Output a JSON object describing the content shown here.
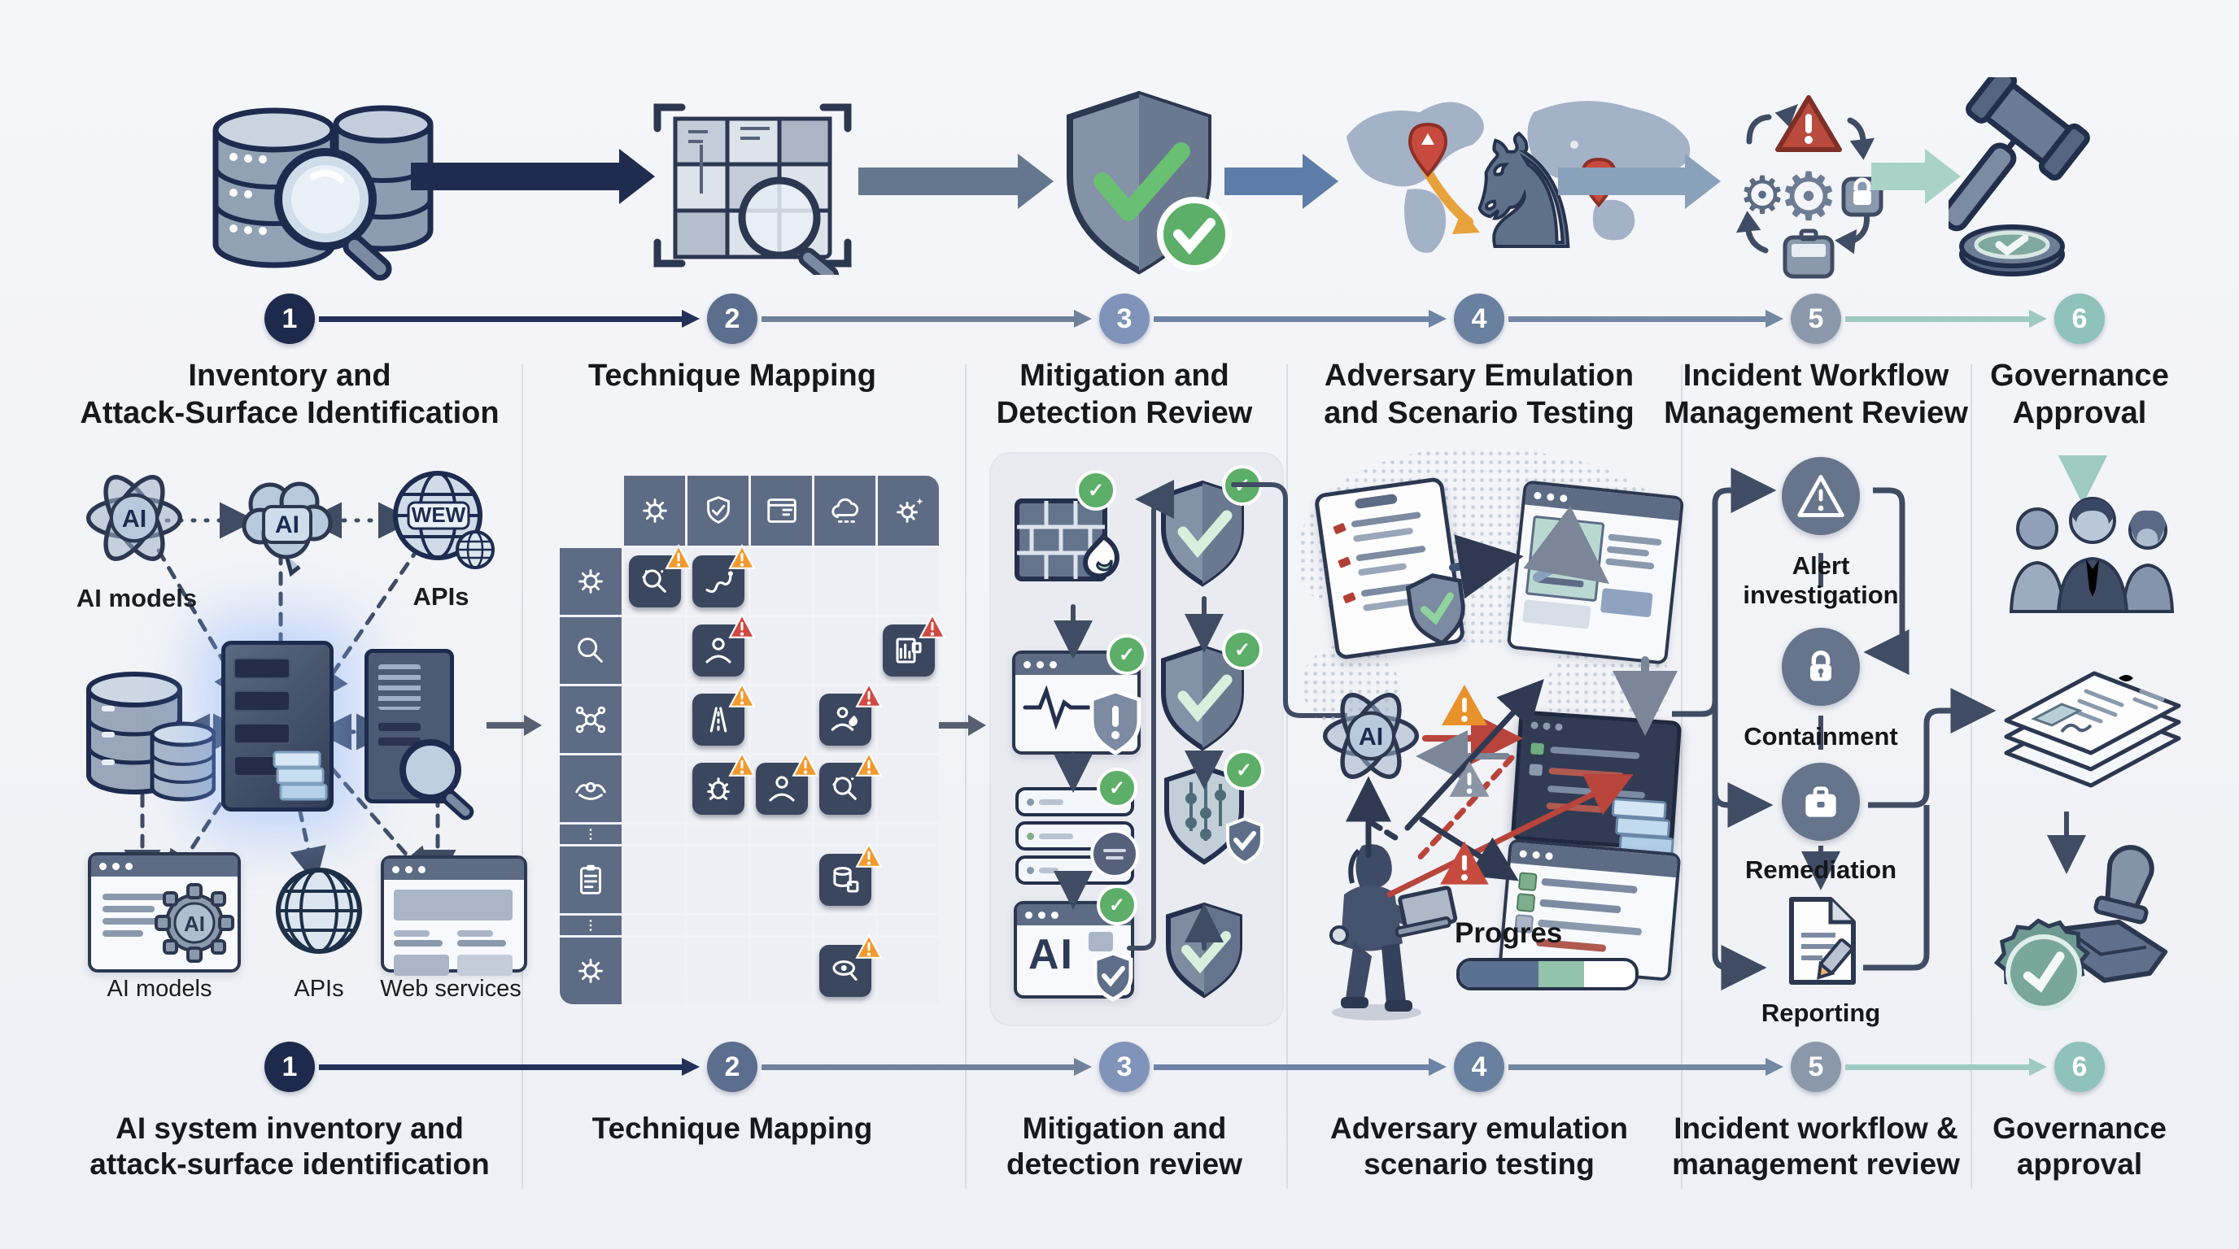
{
  "steps_top": [
    {
      "num": "1",
      "lines": "Inventory and\nAttack-Surface Identification",
      "color": "#1e2a4c",
      "arrow_color": "#23305a"
    },
    {
      "num": "2",
      "lines": "Technique Mapping",
      "color": "#5c6e8e",
      "arrow_color": "#70829b"
    },
    {
      "num": "3",
      "lines": "Mitigation and\nDetection Review",
      "color": "#8094ba",
      "arrow_color": "#6e84a6"
    },
    {
      "num": "4",
      "lines": "Adversary Emulation\nand Scenario Testing",
      "color": "#69809f",
      "arrow_color": "#7388a3"
    },
    {
      "num": "5",
      "lines": "Incident Workflow\nManagement Review",
      "color": "#8b98ab",
      "arrow_color": "#9fcac2"
    },
    {
      "num": "6",
      "lines": "Governance\nApproval",
      "color": "#8ec2ba",
      "arrow_color": ""
    }
  ],
  "steps_bottom": [
    {
      "num": "1",
      "lines": "AI system inventory and\nattack-surface identification",
      "color": "#1e2a4c",
      "arrow_color": "#23305a"
    },
    {
      "num": "2",
      "lines": "Technique Mapping",
      "color": "#5c6e8e",
      "arrow_color": "#70829b"
    },
    {
      "num": "3",
      "lines": "Mitigation and\ndetection review",
      "color": "#8094ba",
      "arrow_color": "#6e84a6"
    },
    {
      "num": "4",
      "lines": "Adversary emulation\nscenario testing",
      "color": "#69809f",
      "arrow_color": "#7388a3"
    },
    {
      "num": "5",
      "lines": "Incident workflow &\nmanagement review",
      "color": "#8b98ab",
      "arrow_color": "#9fcac2"
    },
    {
      "num": "6",
      "lines": "Governance\napproval",
      "color": "#8ec2ba",
      "arrow_color": ""
    }
  ],
  "inventory": {
    "atom_label": "AI",
    "brain_label": "AI",
    "globe_label": "WEW",
    "window_ai_label": "AI",
    "node_labels": {
      "ai_models_top": "AI models",
      "apis_top": "APIs",
      "ai_models_bottom": "AI models",
      "apis_bottom": "APIs",
      "web_services": "Web services"
    }
  },
  "matrix": {
    "col_icons": [
      "gear",
      "shield",
      "window",
      "cloud",
      "gear2"
    ],
    "rows": [
      {
        "icon": "gear",
        "type": "row"
      },
      {
        "icon": "magnifier",
        "type": "row"
      },
      {
        "icon": "net",
        "type": "row"
      },
      {
        "icon": "hands",
        "type": "row"
      },
      {
        "icon": "dots",
        "type": "ellipsis"
      },
      {
        "icon": "clipboard",
        "type": "row"
      },
      {
        "icon": "dots",
        "type": "ellipsis"
      },
      {
        "icon": "gear",
        "type": "row"
      }
    ],
    "tiles": [
      {
        "row": 0,
        "col": 0,
        "icon": "lens",
        "badge": "orange"
      },
      {
        "row": 0,
        "col": 1,
        "icon": "snake",
        "badge": "orange"
      },
      {
        "row": 1,
        "col": 1,
        "icon": "person",
        "badge": "red"
      },
      {
        "row": 1,
        "col": 4,
        "icon": "chart",
        "badge": "red"
      },
      {
        "row": 2,
        "col": 1,
        "icon": "road",
        "badge": "orange"
      },
      {
        "row": 2,
        "col": 3,
        "icon": "personflame",
        "badge": "red"
      },
      {
        "row": 3,
        "col": 1,
        "icon": "bug",
        "badge": "orange"
      },
      {
        "row": 3,
        "col": 2,
        "icon": "person",
        "badge": "orange"
      },
      {
        "row": 3,
        "col": 3,
        "icon": "lens",
        "badge": "orange"
      },
      {
        "row": 5,
        "col": 3,
        "icon": "dbtag",
        "badge": "orange"
      },
      {
        "row": 7,
        "col": 3,
        "icon": "eye",
        "badge": "orange"
      }
    ]
  },
  "mitigation": {
    "ai_window_label": "AI"
  },
  "adversary": {
    "ai_label": "AI",
    "progress_label": "Progres",
    "progress": {
      "segment1_pct": 45,
      "segment2_pct": 26
    }
  },
  "incident": {
    "items": [
      "Alert\ninvestigation",
      "Containment",
      "Remediation",
      "Reporting"
    ]
  },
  "colors": {
    "navy": "#1f2c50",
    "slate": "#60718c",
    "steel": "#5e7ca8",
    "lightsteel": "#8aa1bc",
    "teal": "#a9d3c6",
    "seal_teal": "#7aa79c",
    "green": "#5cae68",
    "orange": "#f09a2e",
    "red": "#cf4a43",
    "matrix_header": "#5d6b85",
    "matrix_tile": "#3b475f",
    "panel": "#e9ebf1",
    "ink": "#17181c"
  }
}
